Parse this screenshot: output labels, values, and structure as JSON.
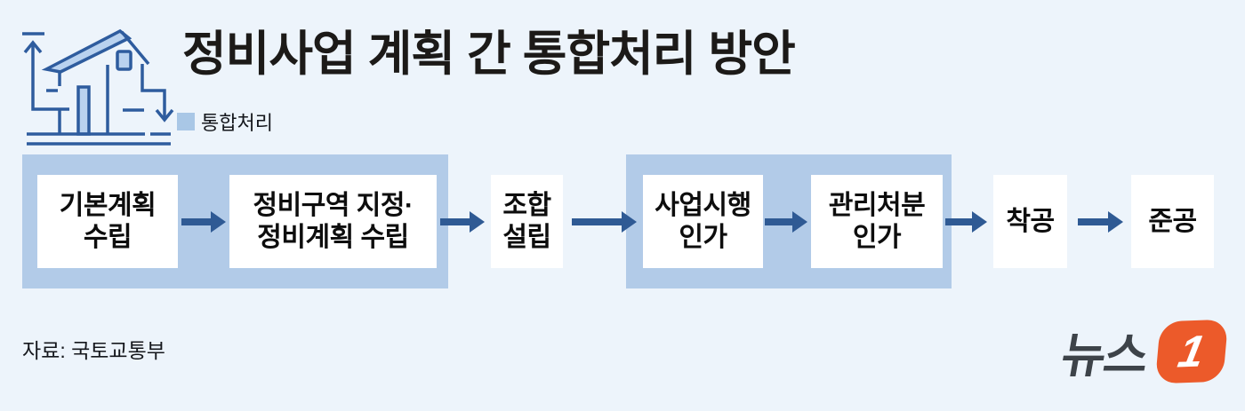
{
  "page": {
    "background_color": "#edf4fb"
  },
  "header": {
    "title": "정비사업 계획 간 통합처리 방안",
    "title_color": "#1c1a18",
    "legend": {
      "label": "통합처리",
      "swatch_color": "#a9c7e6"
    },
    "icon": "house-growth-icon",
    "icon_stroke_color": "#2e5c9e",
    "icon_fill_color": "#b9d2ef"
  },
  "flow": {
    "integrated_group_color": "#b2cbe8",
    "step_box_color": "#ffffff",
    "arrow_color": "#2f5a94",
    "steps": [
      {
        "label": "기본계획\n수립",
        "integrated": true
      },
      {
        "label": "정비구역 지정·\n정비계획 수립",
        "integrated": true
      },
      {
        "label": "조합\n설립",
        "integrated": false
      },
      {
        "label": "사업시행\n인가",
        "integrated": true
      },
      {
        "label": "관리처분\n인가",
        "integrated": true
      },
      {
        "label": "착공",
        "integrated": false
      },
      {
        "label": "준공",
        "integrated": false
      }
    ]
  },
  "footer": {
    "source": "자료: 국토교통부",
    "publisher": {
      "name": "뉴스",
      "mark": "1",
      "name_color": "#3d4349",
      "mark_color": "#ec5a2a"
    }
  }
}
